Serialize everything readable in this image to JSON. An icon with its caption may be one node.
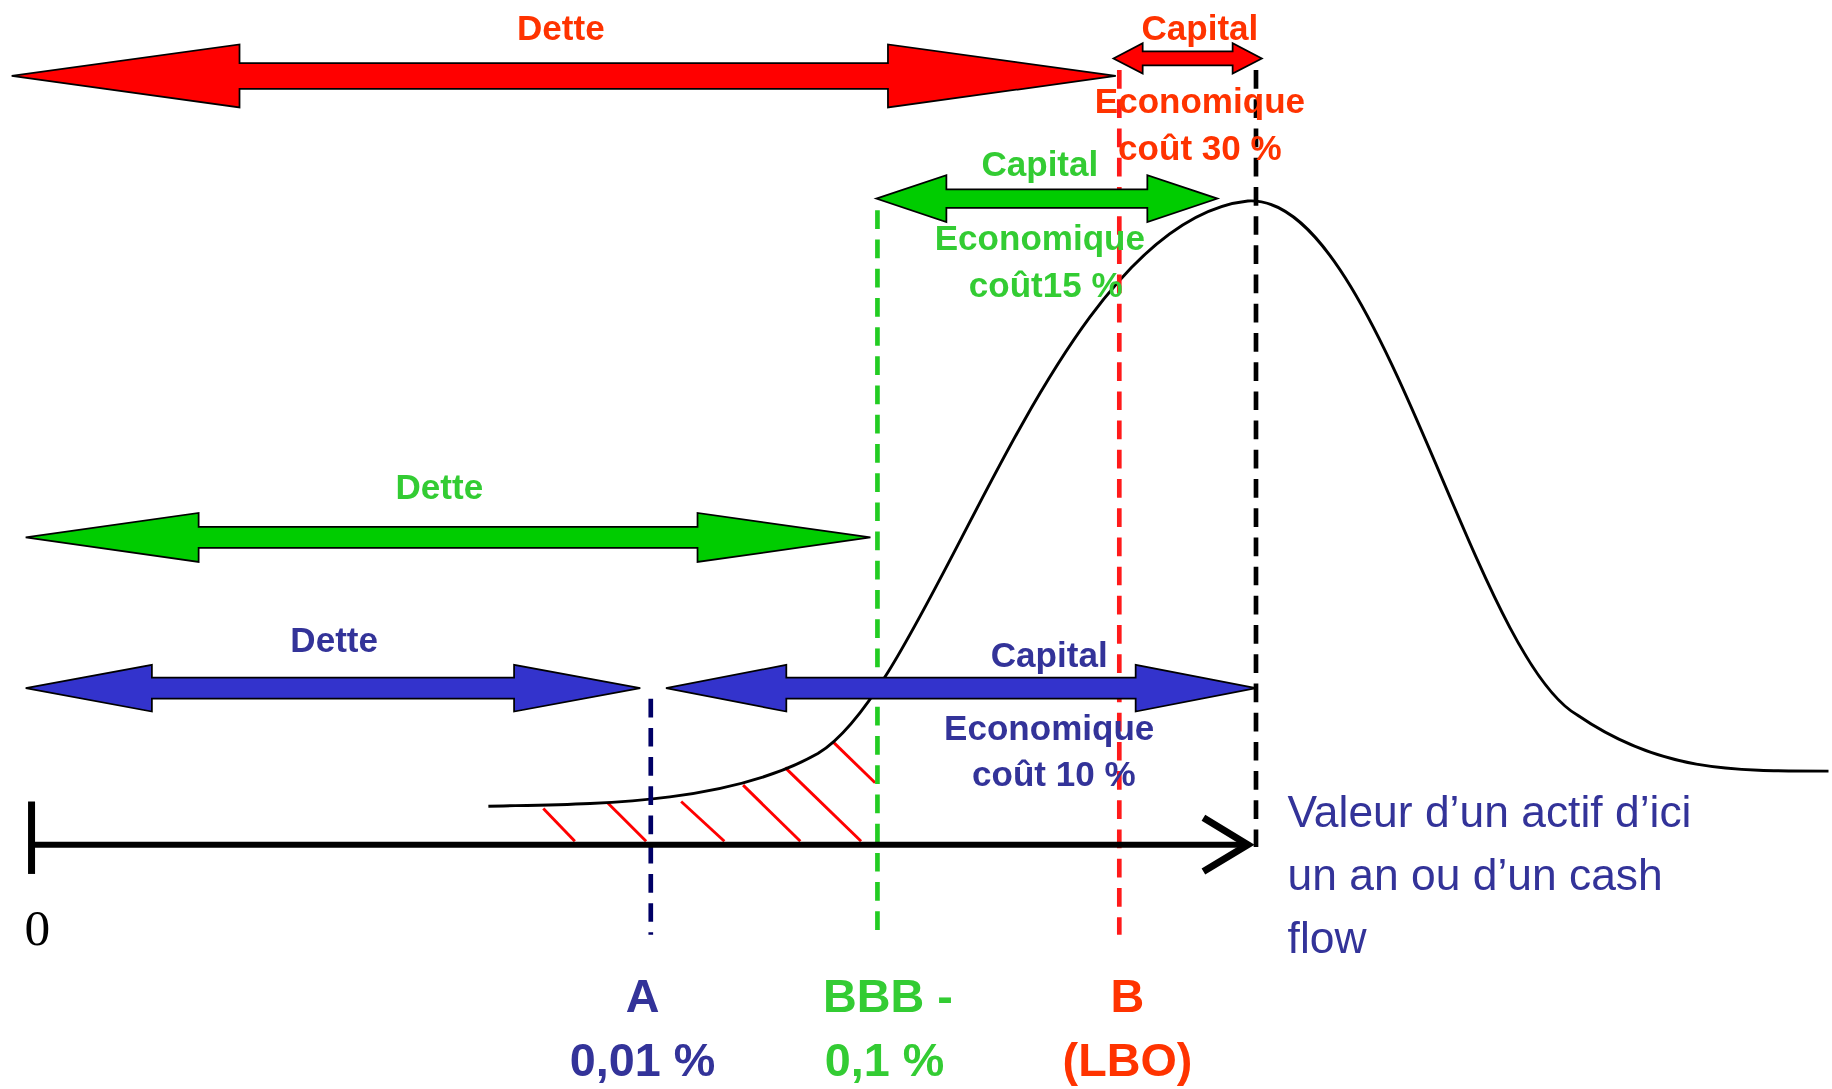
{
  "diagram": {
    "labels": [
      "Dette",
      "Capital",
      "Economique",
      "coût 30 %",
      "Capital",
      "Economique",
      "coût15 %",
      "Dette",
      "Dette",
      "Capital",
      "Economique",
      "coût 10 %",
      "Valeur d’un actif d’ici un an ou d’un cash flow",
      "0",
      "A",
      "BBB -",
      "B",
      "0,01 %",
      "0,1 %",
      "(LBO)"
    ]
  }
}
